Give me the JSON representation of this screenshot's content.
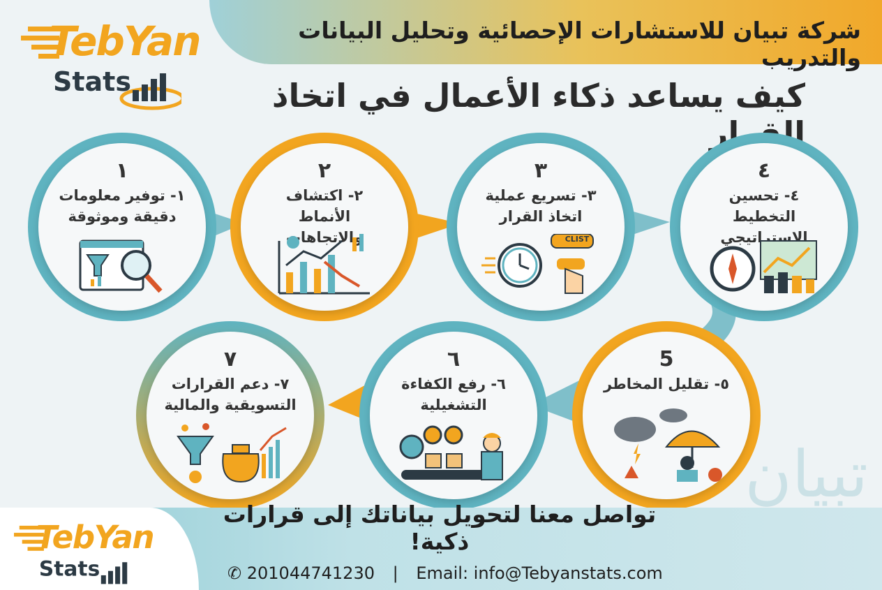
{
  "header": {
    "company": "شركة تبيان للاستشارات الإحصائية وتحليل البيانات والتدريب",
    "main_title": "كيف يساعد ذكاء الأعمال في اتخاذ القرار"
  },
  "logo": {
    "part1": "TebYan",
    "part2": "Stats"
  },
  "steps": [
    {
      "num": "١",
      "line1": "١- توفير معلومات",
      "line2": "دقيقة وموثوقة",
      "icon": "search-analytics-icon"
    },
    {
      "num": "٢",
      "line1": "٢- اكتشاف الأنماط",
      "line2": "والاتجاهات",
      "icon": "trend-charts-icon"
    },
    {
      "num": "٣",
      "line1": "٣- تسريع عملية",
      "line2": "اتخاذ القرار",
      "icon": "clock-click-icon",
      "badge": "CLIST"
    },
    {
      "num": "٤",
      "line1": "٤- تحسين التخطيط",
      "line2": "الاستراتيجي",
      "icon": "compass-chess-icon"
    },
    {
      "num": "5",
      "line1": "٥- تقليل المخاطر",
      "line2": "",
      "icon": "risk-umbrella-icon"
    },
    {
      "num": "٦",
      "line1": "٦- رفع الكفاءة",
      "line2": "التشغيلية",
      "icon": "gears-conveyor-icon"
    },
    {
      "num": "٧",
      "line1": "٧- دعم القرارات",
      "line2": "التسويقية والمالية",
      "icon": "funnel-moneybag-icon"
    }
  ],
  "footer": {
    "cta": "تواصل معنا لتحويل بياناتك إلى قرارات ذكية!",
    "phone": "201044741230",
    "separator": "|",
    "email": "Email: info@Tebyanstats.com"
  },
  "calligraphy": "تبيان",
  "colors": {
    "teal": "#5fb3c0",
    "orange": "#f2a51f",
    "dark": "#2c3a44"
  }
}
